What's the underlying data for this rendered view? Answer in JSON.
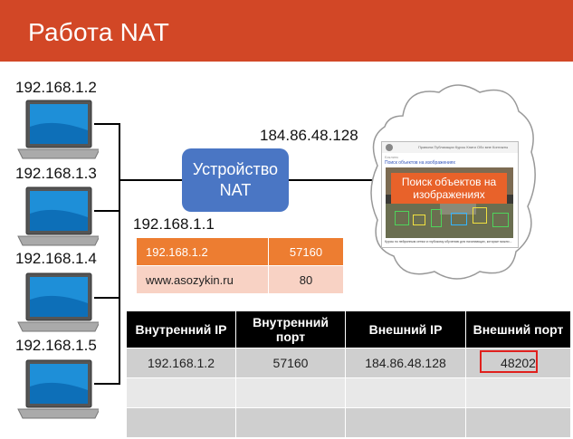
{
  "header": {
    "title": "Работа NAT",
    "color": "#d24726"
  },
  "hosts": [
    {
      "ip": "192.168.1.2"
    },
    {
      "ip": "192.168.1.3"
    },
    {
      "ip": "192.168.1.4"
    },
    {
      "ip": "192.168.1.5"
    }
  ],
  "nat_device": {
    "line1": "Устройство",
    "line2": "NAT",
    "color": "#4a76c4"
  },
  "internal_ip": "192.168.1.1",
  "external_ip": "184.86.48.128",
  "connection": [
    {
      "address": "192.168.1.2",
      "port": "57160"
    },
    {
      "address": "www.asozykin.ru",
      "port": "80"
    }
  ],
  "nat_table": {
    "headers": [
      "Внутренний IP",
      "Внутренний порт",
      "Внешний IP",
      "Внешний порт"
    ],
    "rows": [
      [
        "192.168.1.2",
        "57160",
        "184.86.48.128",
        "48202"
      ],
      [
        "",
        "",
        "",
        ""
      ],
      [
        "",
        "",
        "",
        ""
      ]
    ]
  },
  "website": {
    "nav": "Правила   Публикации   Курсы   Книги   Обо мне   Контакты",
    "crumb": "Бэклинк",
    "link": "Поиск объектов на изображениях",
    "video_title": "Поиск объектов на изображениях",
    "caption": "Курсы по нейронным сетям и глубокому обучению для начинающих, которые можно..."
  }
}
